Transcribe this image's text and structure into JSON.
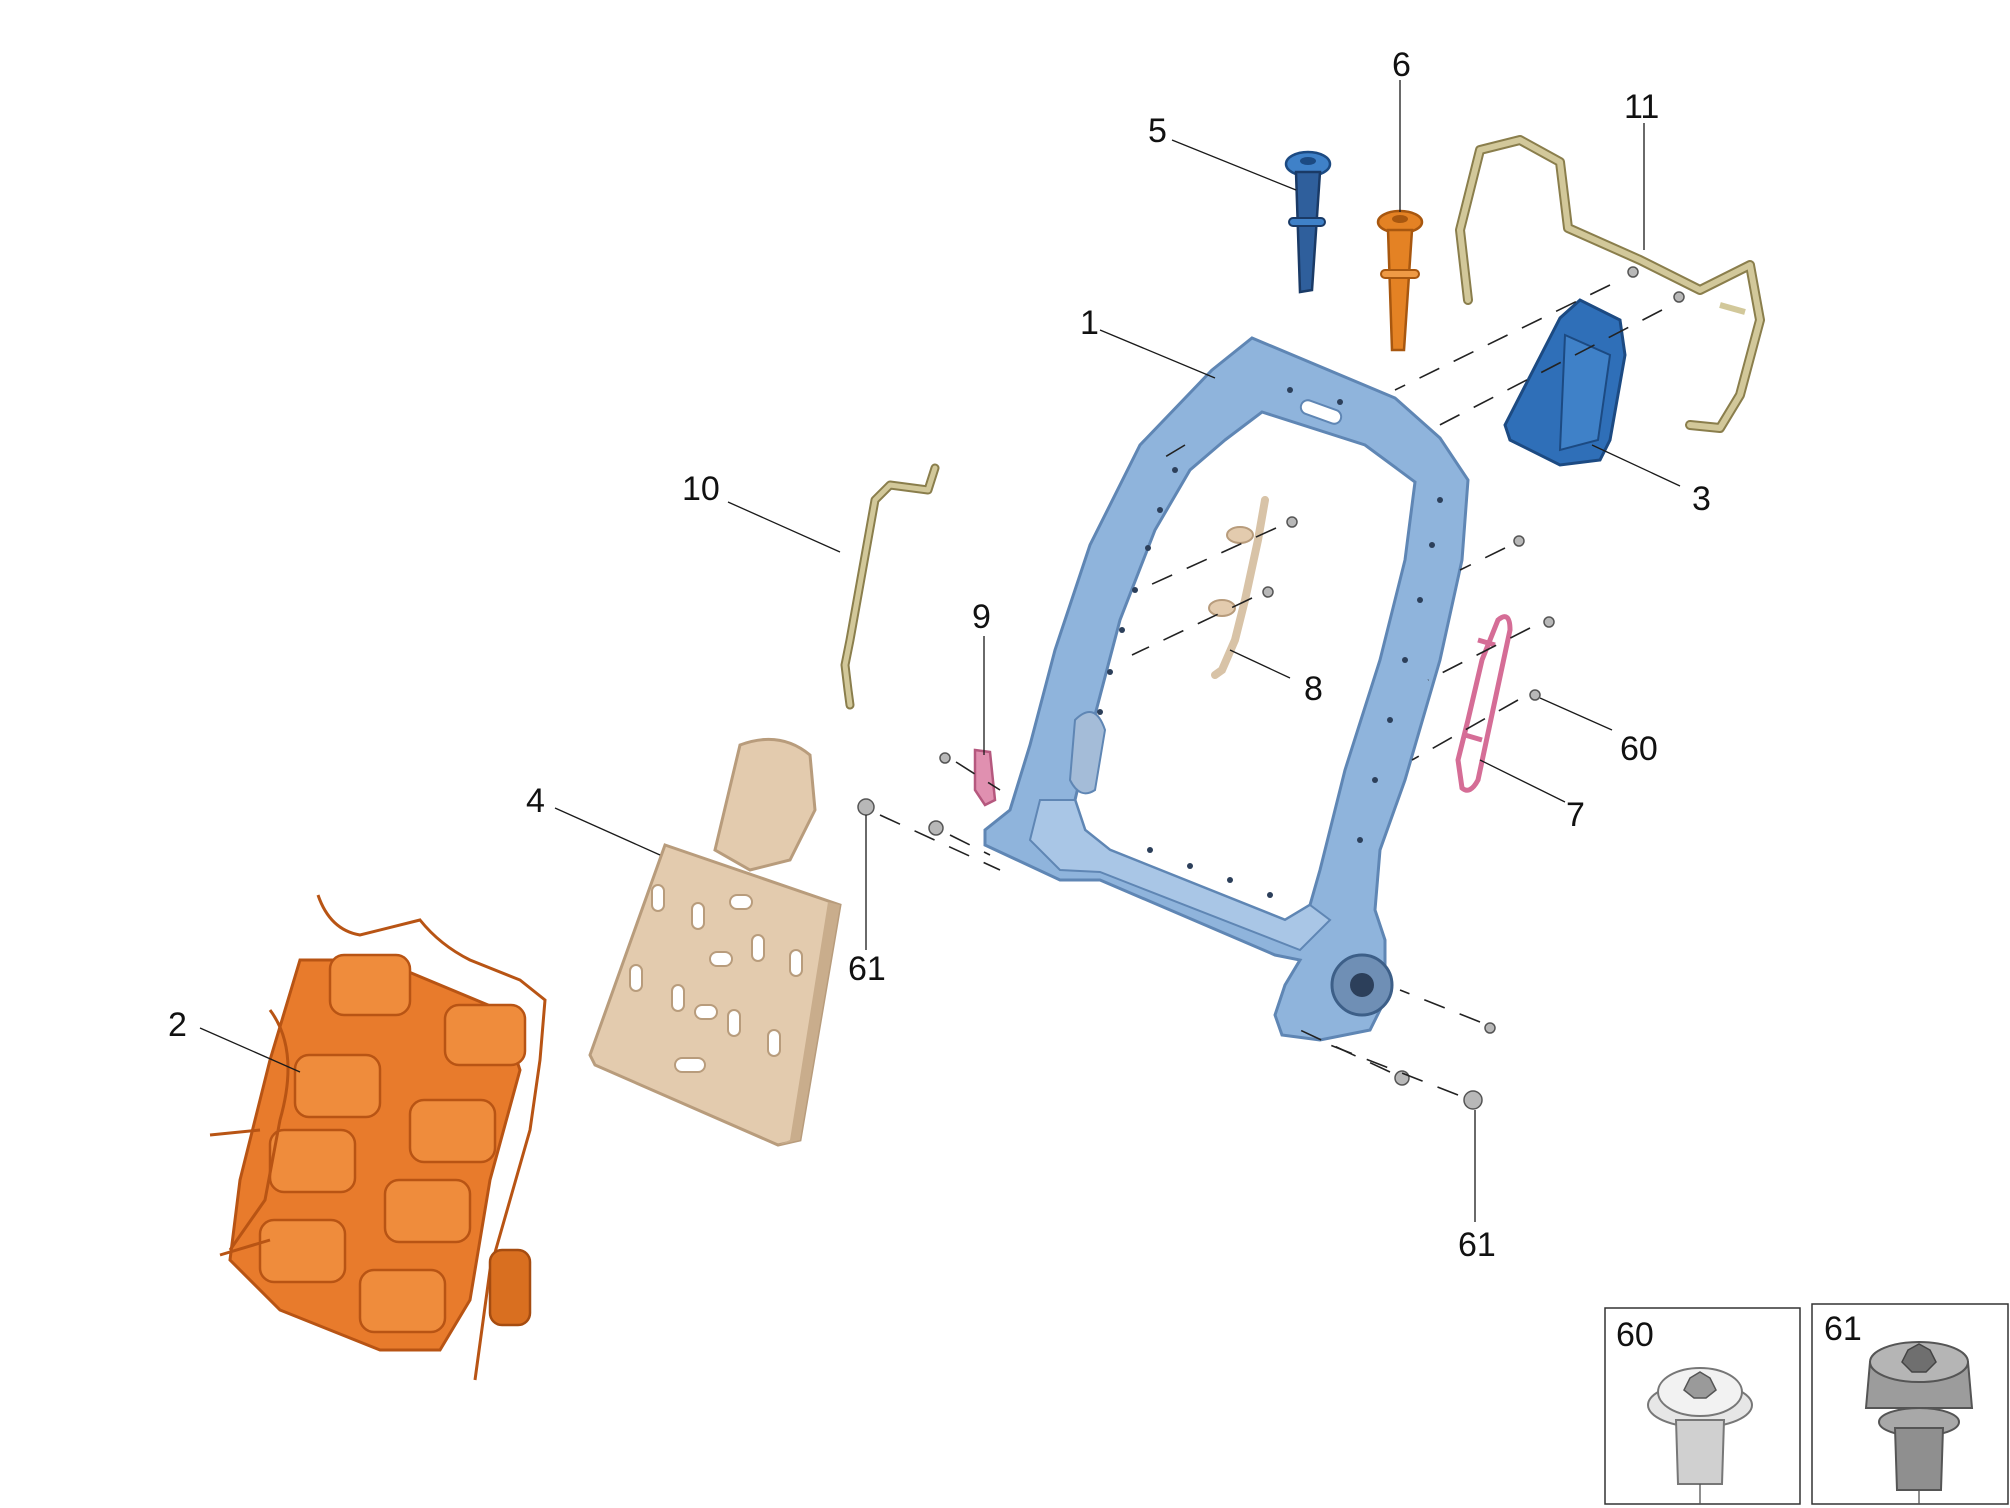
{
  "callouts": {
    "c1": "1",
    "c2": "2",
    "c3": "3",
    "c4": "4",
    "c5": "5",
    "c6": "6",
    "c7": "7",
    "c8": "8",
    "c9": "9",
    "c10": "10",
    "c11": "11",
    "c60": "60",
    "c61a": "61",
    "c61b": "61"
  },
  "insets": {
    "left_label": "60",
    "right_label": "61"
  },
  "colors": {
    "frame": "#8fb4dc",
    "frame_dark": "#5f86b4",
    "cushion": "#e87b2c",
    "cushion_dark": "#b85414",
    "panel": "#e3cbae",
    "panel_dark": "#b89c7c",
    "guide_blue": "#2f6fb8",
    "guide_orange": "#e48224",
    "wire": "#d2c89a",
    "wire_dark": "#8a7e4c",
    "clip": "#e090b0",
    "clip_dark": "#b5587e",
    "bolt": "#b8b8b8"
  }
}
